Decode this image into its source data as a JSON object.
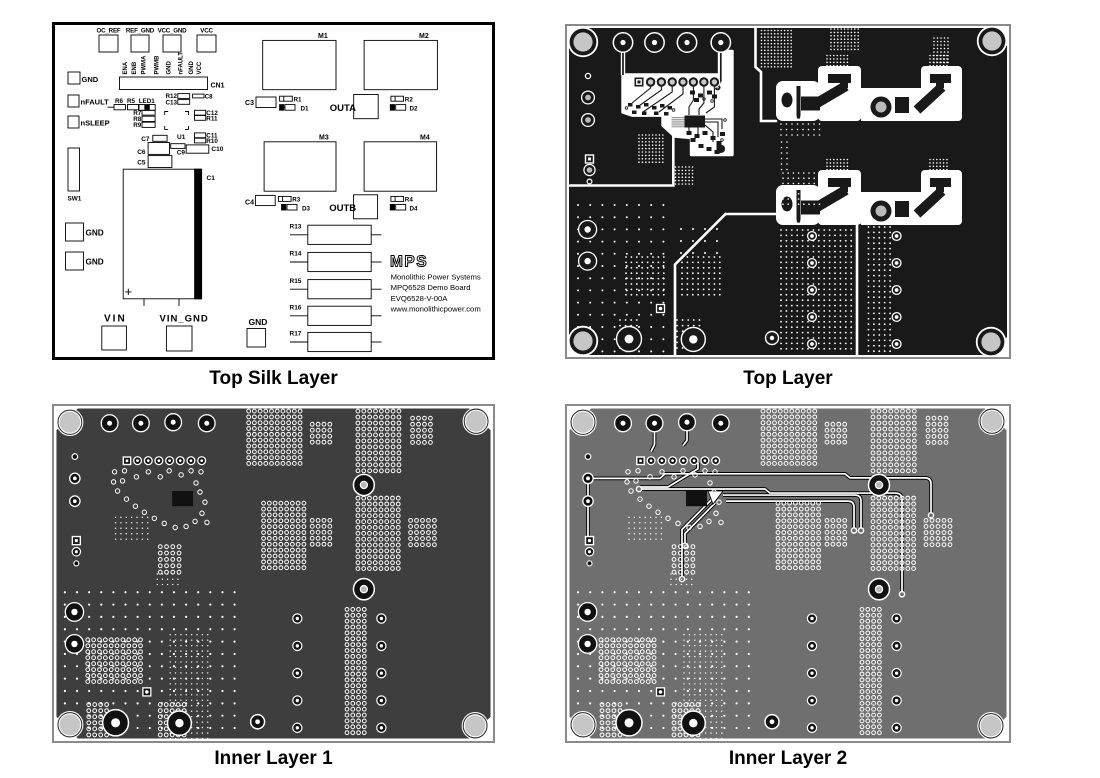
{
  "captions": {
    "top_silk": "Top Silk Layer",
    "top": "Top Layer",
    "inner1": "Inner Layer 1",
    "inner2": "Inner Layer 2"
  },
  "colors": {
    "page_bg": "#ffffff",
    "silk_ink": "#000000",
    "panel_border_gray": "#8a8a8a",
    "copper_black": "#191919",
    "inner1_plane": "#3e3e3e",
    "inner2_plane": "#6f6f6f",
    "hole_gray": "#c6c6c6",
    "pad_center_gray": "#b9b9b9",
    "white": "#ffffff"
  },
  "silk": {
    "labels": {
      "tp_ocref": "OC_REF",
      "tp_refgnd": "REF_GND",
      "tp_vccgnd": "VCC_GND",
      "tp_vcc": "VCC",
      "gnd1": "GND",
      "nfault": "nFAULT",
      "nsleep": "nSLEEP",
      "sw1": "SW1",
      "gnd2": "GND",
      "gnd3": "GND",
      "vin": "VIN",
      "vin_gnd": "VIN_GND",
      "gnd4": "GND",
      "r6": "R6",
      "r5": "R5",
      "led1": "LED1",
      "r7": "R7",
      "r8": "R8",
      "r9": "R9",
      "r12": "R12",
      "c13": "C13",
      "c8": "C8",
      "c12": "C12",
      "r11": "R11",
      "u1": "U1",
      "c11": "C11",
      "r10": "R10",
      "c7": "C7",
      "c6": "C6",
      "c9": "C9",
      "c10": "C10",
      "c5": "C5",
      "c1": "C1",
      "plus": "+",
      "m1": "M1",
      "m2": "M2",
      "m3": "M3",
      "m4": "M4",
      "c3": "C3",
      "r1": "R1",
      "d1": "D1",
      "outa": "OUTA",
      "r2": "R2",
      "d2": "D2",
      "c4": "C4",
      "r3": "R3",
      "d3": "D3",
      "outb": "OUTB",
      "r4": "R4",
      "d4": "D4",
      "r13": "R13",
      "r14": "R14",
      "r15": "R15",
      "r16": "R16",
      "r17": "R17"
    },
    "connector": {
      "name": "CN1",
      "pins": [
        "ENA",
        "ENB",
        "PWMA",
        "PWMB",
        "GND",
        "nFAULT",
        "GND",
        "VCC"
      ]
    },
    "branding": {
      "logo": "MPS",
      "line1": "Monolithic Power Systems",
      "line2": "MPQ6528 Demo Board",
      "line3": "EVQ6528-V-00A",
      "line4": "www.monolithicpower.com"
    }
  }
}
